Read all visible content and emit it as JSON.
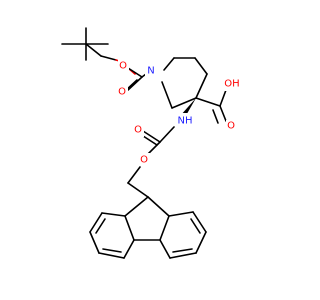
{
  "atom_labels": {
    "n1": "N",
    "n2": "NH",
    "o1": "O",
    "o2": "O",
    "o3": "O",
    "o4": "O",
    "oh": "OH",
    "o5": "O"
  },
  "colors": {
    "oxygen": "#ff0000",
    "nitrogen": "#1f1fff",
    "bond": "#000000",
    "background": "#ffffff"
  }
}
